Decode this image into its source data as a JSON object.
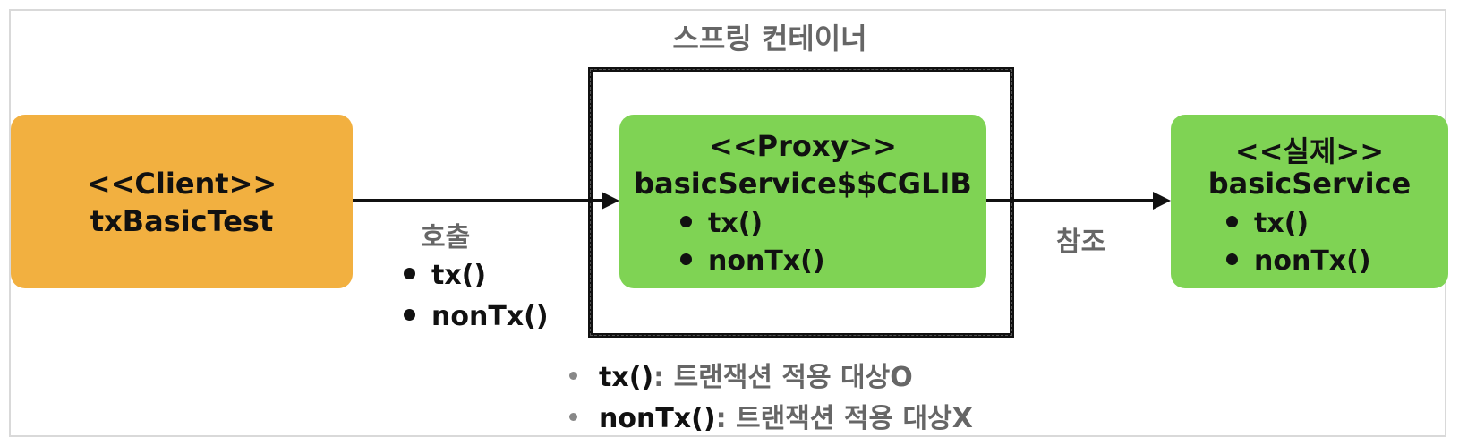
{
  "container": {
    "title": "스프링 컨테이너"
  },
  "client": {
    "stereotype": "<<Client>>",
    "name": "txBasicTest"
  },
  "proxy": {
    "stereotype": "<<Proxy>>",
    "name": "basicService$$CGLIB",
    "methods": [
      "tx()",
      "nonTx()"
    ]
  },
  "real": {
    "stereotype": "<<실제>>",
    "name": "basicService",
    "methods": [
      "tx()",
      "nonTx()"
    ]
  },
  "call": {
    "label": "호출",
    "methods": [
      "tx()",
      "nonTx()"
    ]
  },
  "ref": {
    "label": "참조"
  },
  "notes": [
    {
      "key": "tx()",
      "text": ": 트랜잭션 적용 대상O"
    },
    {
      "key": "nonTx()",
      "text": ": 트랜잭션 적용 대상X"
    }
  ],
  "colors": {
    "client": "#f2b040",
    "proxy": "#7fd354",
    "real": "#7fd354",
    "container_border": "#111111",
    "muted_text": "#666666"
  }
}
